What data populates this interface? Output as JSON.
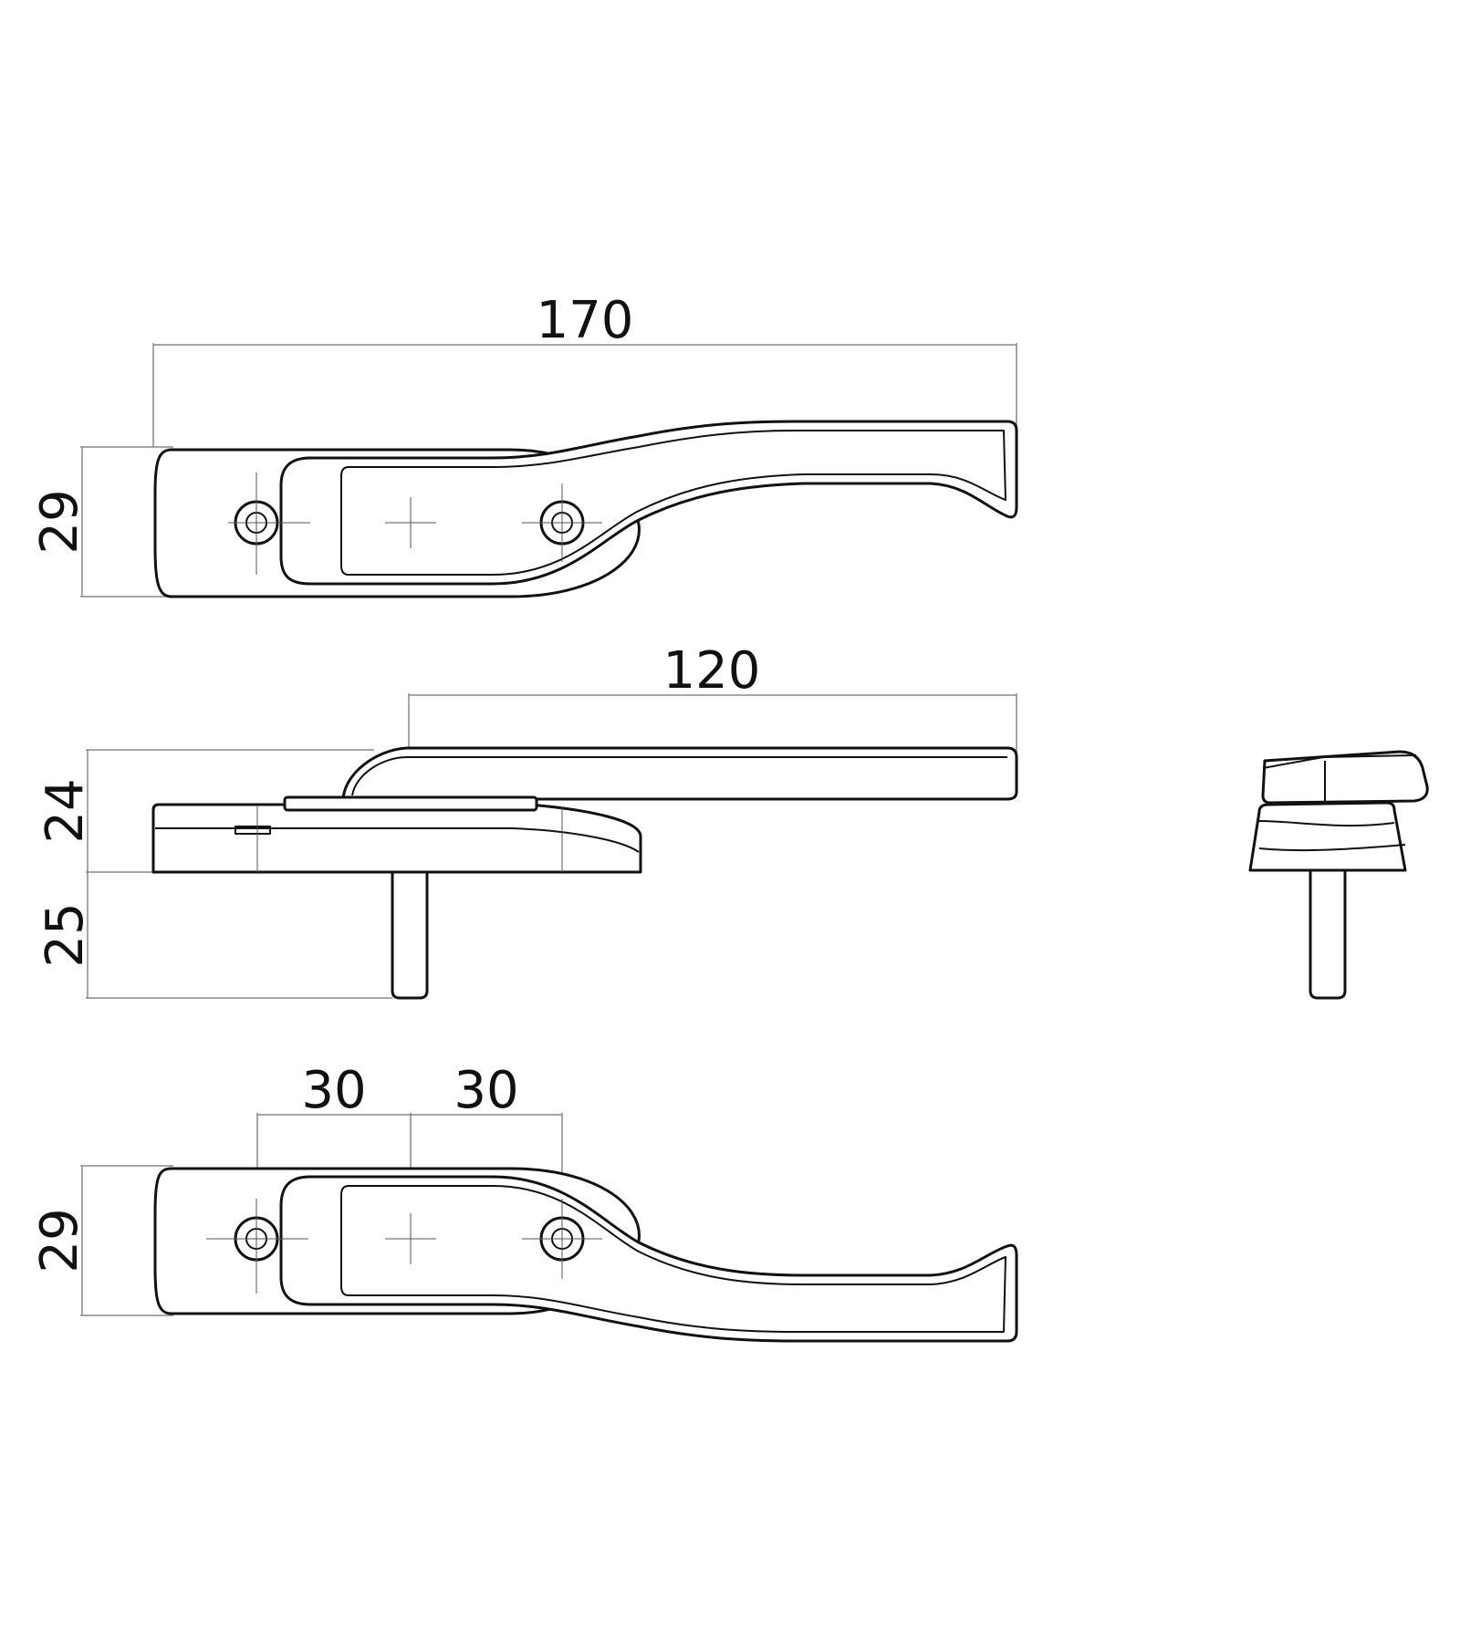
{
  "dimensions": {
    "top_length": "170",
    "top_height": "29",
    "side_arm_length": "120",
    "side_height": "24",
    "spindle_length": "25",
    "hole_spacing_left": "30",
    "hole_spacing_right": "30",
    "bottom_height": "29"
  }
}
